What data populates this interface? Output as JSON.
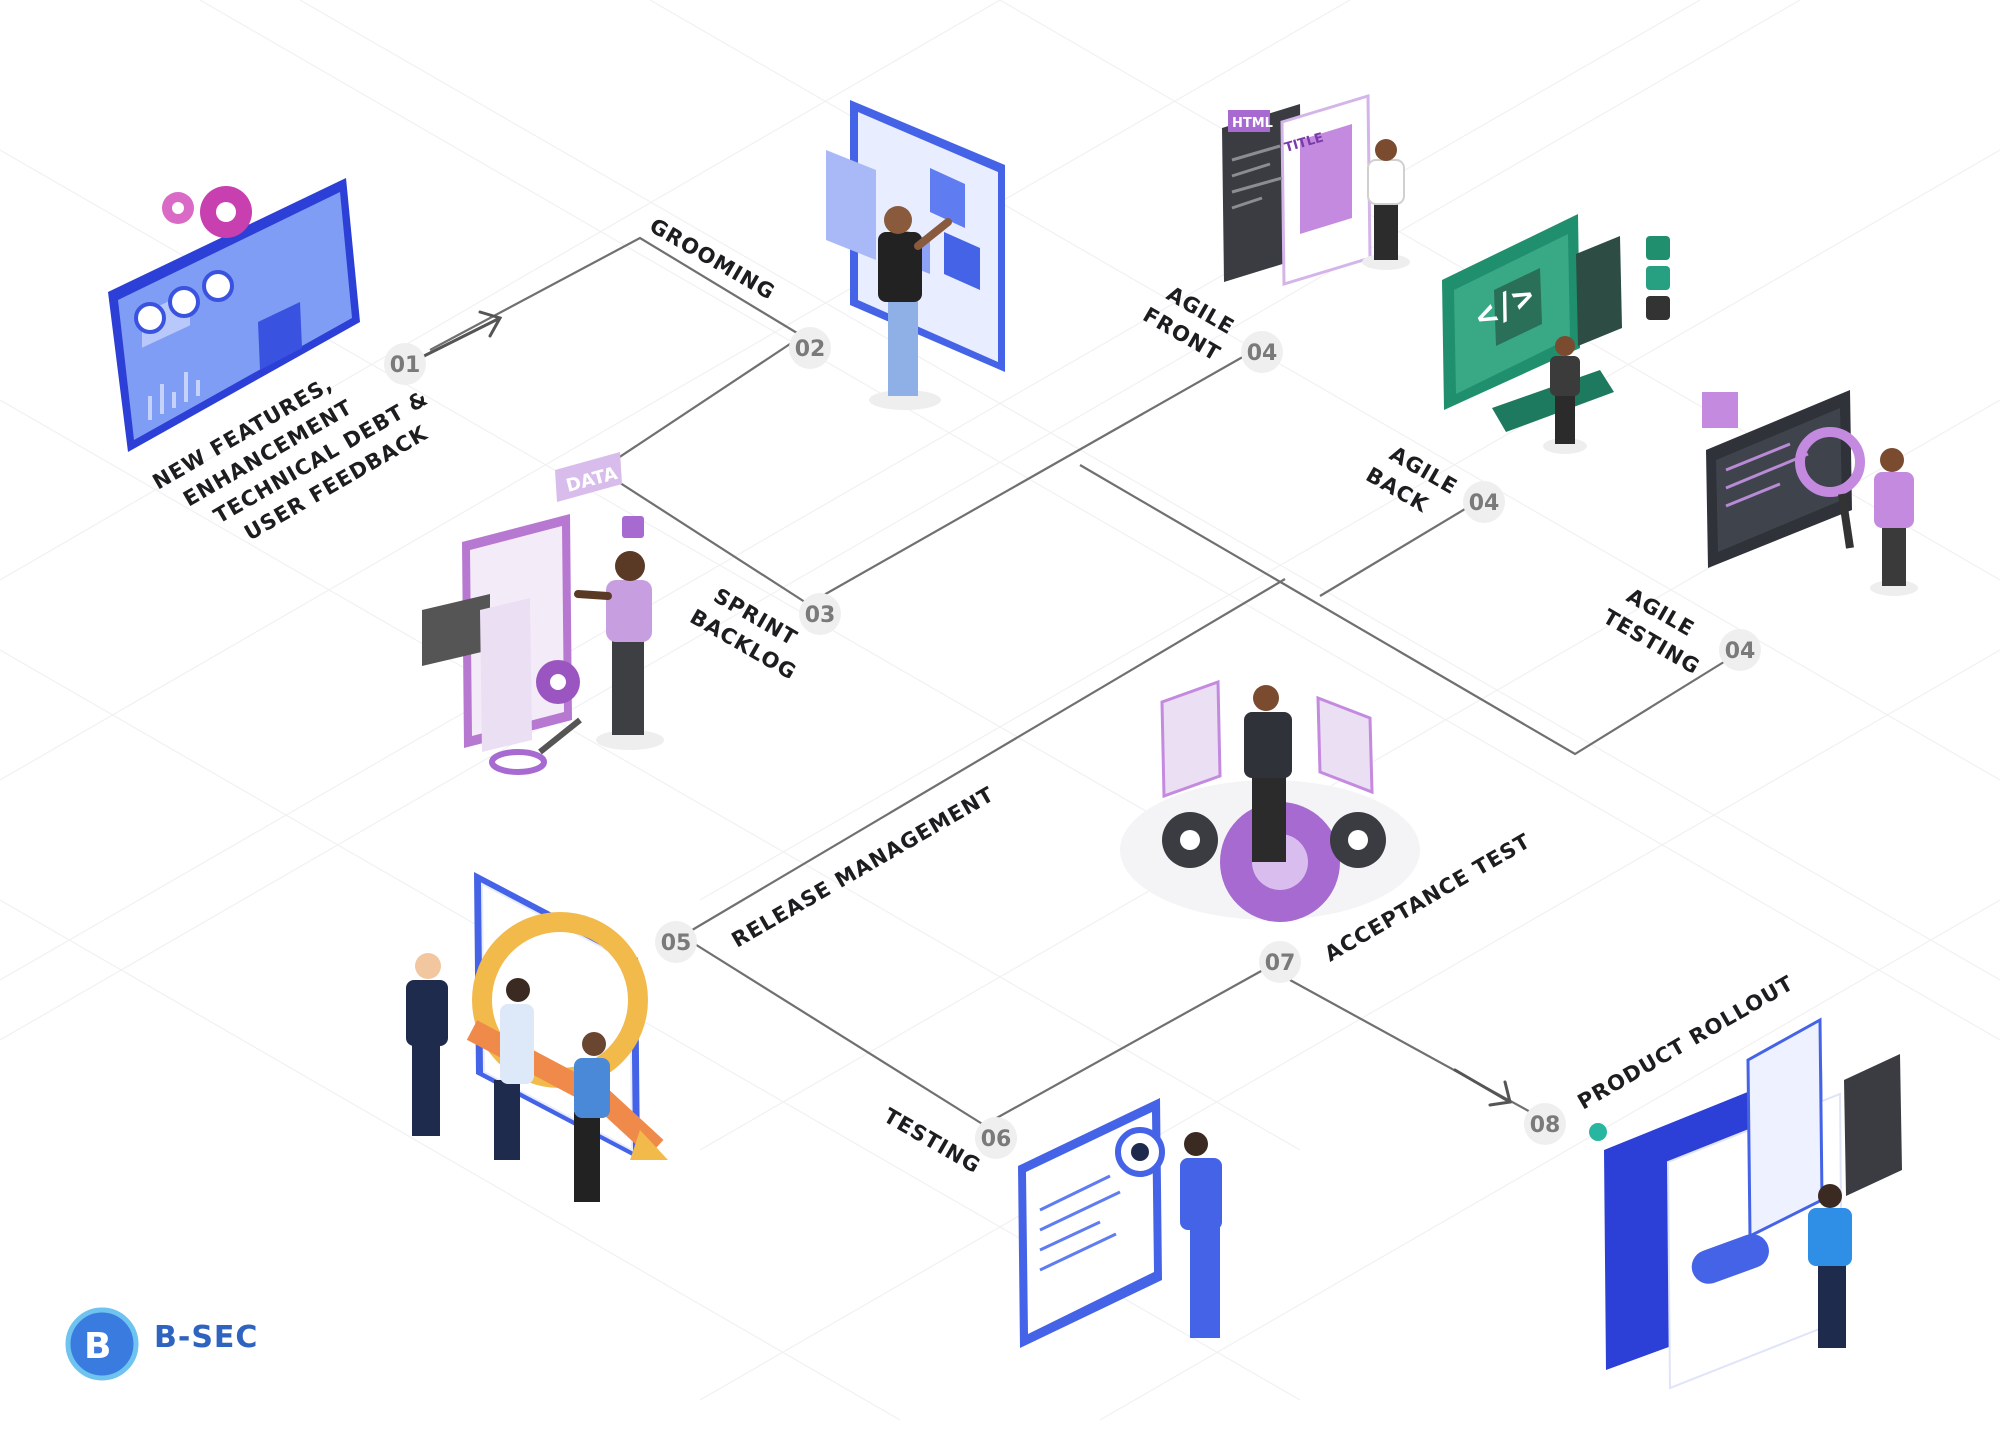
{
  "steps": [
    {
      "num": "01",
      "label_lines": [
        "NEW FEATURES,",
        "ENHANCEMENT",
        "TECHNICAL DEBT &",
        "USER FEEDBACK"
      ]
    },
    {
      "num": "02",
      "label_lines": [
        "GROOMING"
      ]
    },
    {
      "num": "03",
      "label_lines": [
        "SPRINT",
        "BACKLOG"
      ]
    },
    {
      "num": "04",
      "label_lines": [
        "AGILE",
        "FRONT"
      ]
    },
    {
      "num": "04",
      "label_lines": [
        "AGILE",
        "BACK"
      ]
    },
    {
      "num": "04",
      "label_lines": [
        "AGILE",
        "TESTING"
      ]
    },
    {
      "num": "05",
      "label_lines": [
        "RELEASE MANAGEMENT"
      ]
    },
    {
      "num": "06",
      "label_lines": [
        "TESTING"
      ]
    },
    {
      "num": "07",
      "label_lines": [
        "ACCEPTANCE TEST"
      ]
    },
    {
      "num": "08",
      "label_lines": [
        "PRODUCT ROLLOUT"
      ]
    }
  ],
  "illustration_text": {
    "data_tag": "DATA",
    "html_tag": "HTML",
    "title_tag": "TITLE",
    "code_glyph": "</>"
  },
  "brand": {
    "name": "B-SEC"
  },
  "colors": {
    "line": "#6d6d6d",
    "node_fill": "#efefef",
    "purple": "#b75ed6",
    "blue": "#4f6ef0",
    "green": "#1f8f6e",
    "dark": "#333840"
  }
}
